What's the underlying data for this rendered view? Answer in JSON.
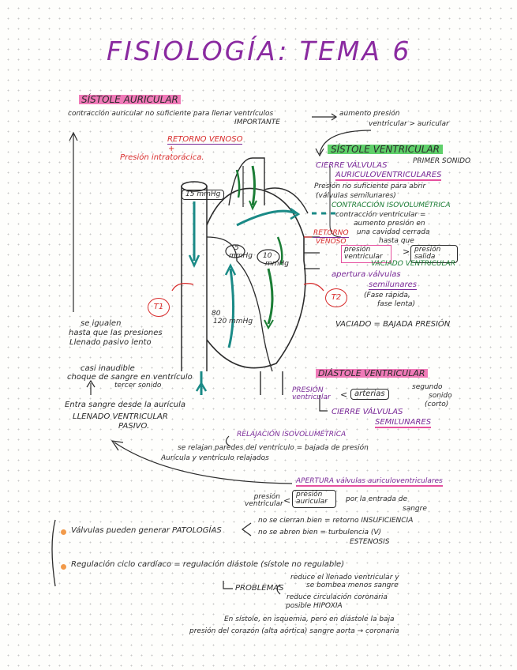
{
  "title": "FISIOLOGÍA: TEMA 6",
  "sistole_auricular": {
    "heading": "SÍSTOLE AURICULAR",
    "line1": "contracción auricular no suficiente para llenar ventrículos",
    "importante": "IMPORTANTE",
    "aumento": "aumento presión",
    "aumento2": "ventricular > auricular"
  },
  "retorno_venoso": {
    "label": "RETORNO VENOSO",
    "plus": "+",
    "presion": "Presión intratorácica.",
    "mmhg": "15 mmHg"
  },
  "sistole_ventricular": {
    "heading": "SÍSTOLE VENTRICULAR",
    "cierre": "CIERRE VÁLVULAS",
    "primer": "PRIMER SONIDO",
    "av": "AURICULOVENTRICULARES",
    "presion1": "Presión no suficiente para abrir",
    "presion2": "(válvulas semilunares)",
    "contraccion": "CONTRACCIÓN ISOVOLUMÉTRICA",
    "contr1": "contracción ventricular =",
    "contr2": "aumento presión en",
    "contr3": "una cavidad cerrada",
    "hasta": "hasta que",
    "pv": "presión ventricular",
    "gt": ">",
    "ps": "presión salida",
    "vaciado": "VACIADO VENTRICULAR",
    "apertura1": "apertura válvulas",
    "apertura2": "semilunares",
    "fase1": "(Fase rápida,",
    "fase2": "fase lenta)"
  },
  "retorno_venoso2": {
    "line1": "RETORNO",
    "line2": "VENOSO"
  },
  "vaciado_eq": "VACIADO = BAJADA PRESIÓN",
  "diagram": {
    "t1": "T1",
    "t2": "T2",
    "label_5": "5",
    "label_10": "10",
    "label_120": "120 mmHg",
    "label_80": "80",
    "mm1": "mmHg",
    "mm2": "mmHg"
  },
  "left_notes": {
    "igualen1": "se igualen",
    "igualen2": "hasta que las presiones",
    "igualen3": "Llenado pasivo lento",
    "casi1": "casi inaudible",
    "casi2": "choque de sangre en ventrículo",
    "casi3": "tercer sonido",
    "entra1": "Entra sangre desde la aurícula",
    "entra2": "LLENADO VENTRICULAR",
    "entra3": "PASIVO."
  },
  "diastole": {
    "heading": "DIÁSTOLE VENTRICULAR",
    "pres_vent": "PRESIÓN ventricular",
    "lt": "<",
    "arterias": "arterias",
    "segundo1": "segundo",
    "segundo2": "sonido",
    "segundo3": "(corto)",
    "cierre1": "CIERRE VÁLVULAS",
    "cierre2": "SEMILUNARES",
    "relajacion": "RELAJACIÓN ISOVOLUMÉTRICA",
    "relax1": "se relajan paredes del ventrículo = bajada de presión",
    "relax2": "Aurícula y ventrículo relajados",
    "apertura": "APERTURA válvulas auriculoventriculares",
    "pv": "presión ventricular",
    "lt2": "<",
    "pa": "presión auricular",
    "entrada1": "por la entrada de",
    "entrada2": "sangre"
  },
  "bullets": {
    "valv": "Válvulas pueden generar PATOLOGÍAS",
    "no_cierran": "no se cierran bien = retorno INSUFICIENCIA",
    "no_abren": "no se abren bien = turbulencia (V)",
    "estenosis": "ESTENOSIS",
    "regul": "Regulación ciclo cardíaco = regulación diástole (sístole no regulable)",
    "problemas": "PROBLEMAS",
    "reduce1": "reduce el llenado ventricular y",
    "reduce2": "se bombea menos sangre",
    "reduce3": "reduce circulación coronaria",
    "reduce4": "posible HIPOXIA",
    "final1": "En sístole, en isquemia, pero en diástole la baja",
    "final2": "presión del corazón (alta aórtica) sangre aorta → coronaria"
  },
  "colors": {
    "purple": "#7a2a98",
    "pink_highlight": "#f07ab8",
    "green_highlight": "#5fd06a",
    "red": "#d82b2b",
    "teal": "#1a8a86",
    "dark_green": "#1b7d35",
    "orange_bullet": "#f29a4a"
  }
}
